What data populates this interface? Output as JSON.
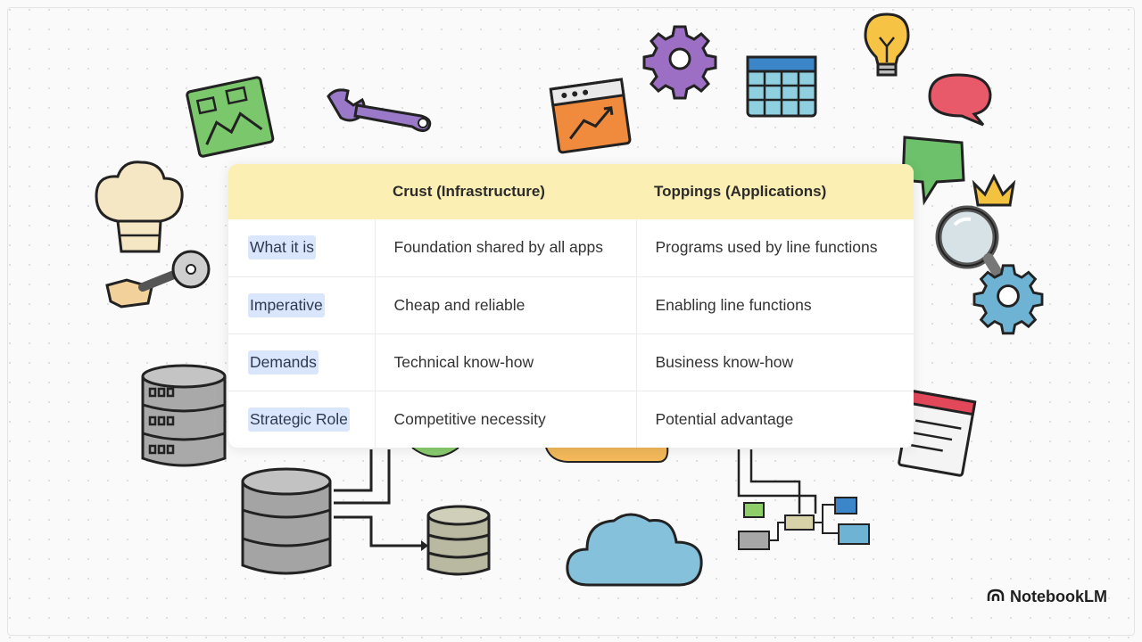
{
  "table": {
    "headers": [
      "",
      "Crust (Infrastructure)",
      "Toppings (Applications)"
    ],
    "rows": [
      {
        "label": "What it is",
        "crust": "Foundation shared by all apps",
        "toppings": "Programs used by line functions"
      },
      {
        "label": "Imperative",
        "crust": "Cheap and reliable",
        "toppings": "Enabling line functions"
      },
      {
        "label": "Demands",
        "crust": "Technical know-how",
        "toppings": "Business know-how"
      },
      {
        "label": "Strategic Role",
        "crust": "Competitive necessity",
        "toppings": "Potential advantage"
      }
    ]
  },
  "brand": {
    "name": "NotebookLM"
  },
  "icons": [
    "chart-board-icon",
    "wrench-icon",
    "browser-chart-icon",
    "gear-icon",
    "calendar-icon",
    "lightbulb-icon",
    "speech-bubble-red-icon",
    "speech-bubble-green-icon",
    "crown-icon",
    "magnifier-icon",
    "gear-small-icon",
    "chef-hat-icon",
    "pizza-cutter-icon",
    "database-icon",
    "document-window-icon",
    "cloud-icon",
    "flowchart-icon"
  ],
  "colors": {
    "header_bg": "#fcefb4",
    "label_highlight": "#d9e6fb"
  }
}
